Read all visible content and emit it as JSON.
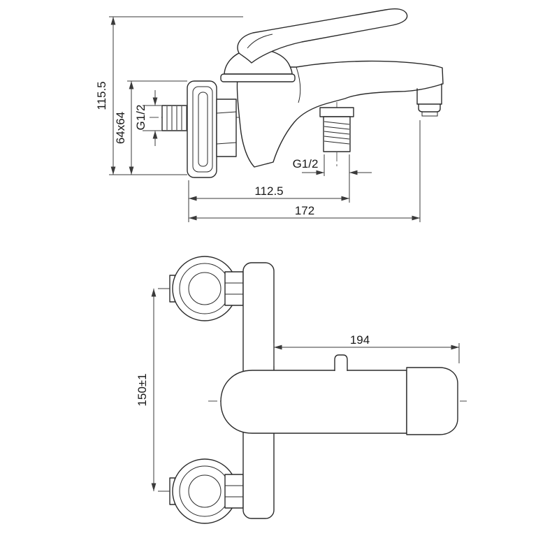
{
  "colors": {
    "background": "#ffffff",
    "line": "#2a2a2a",
    "dimension_text": "#1a1a1a"
  },
  "side_view": {
    "dim_height": "115.5",
    "dim_flange_size": "64x64",
    "dim_inlet_thread": "G1/2",
    "dim_outlet_thread": "G1/2",
    "dim_wall_to_outlet": "112.5",
    "dim_overall_length": "172"
  },
  "front_view": {
    "dim_body_length": "194",
    "dim_connection_centers": "150±1"
  }
}
